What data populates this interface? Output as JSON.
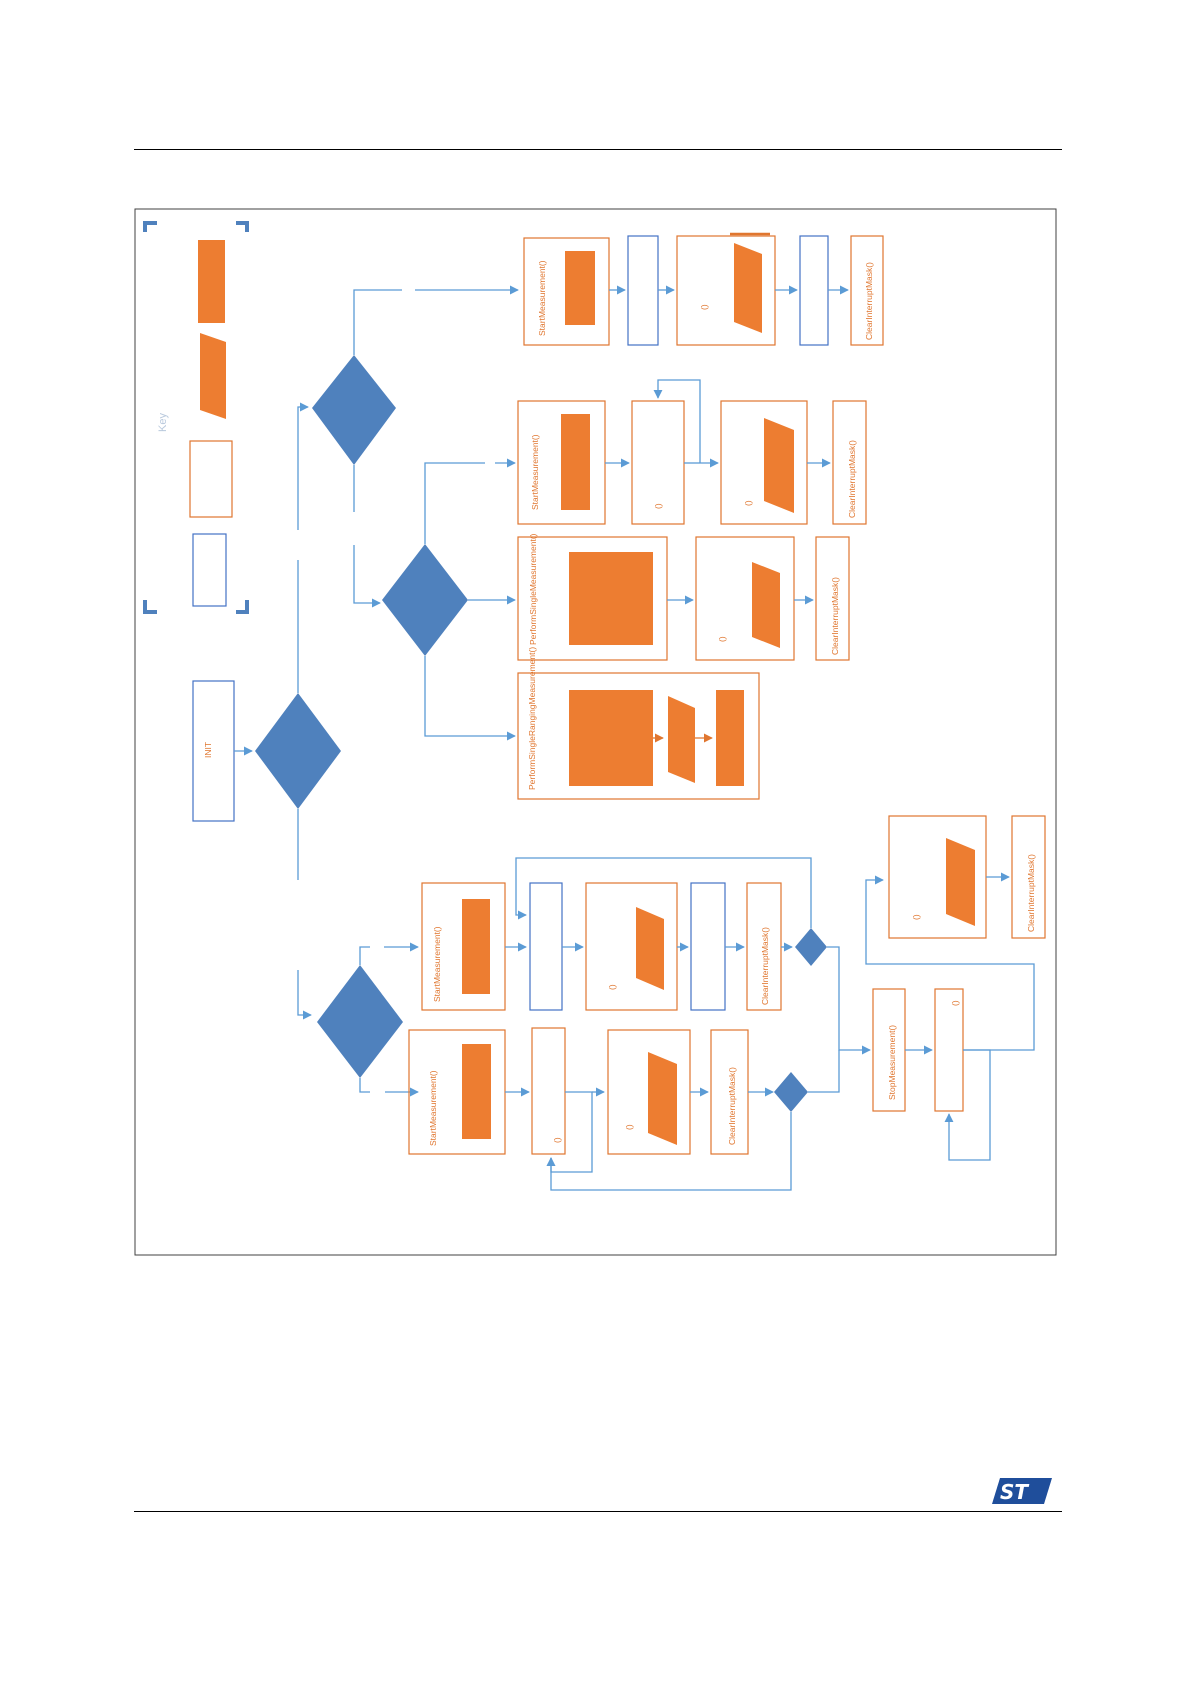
{
  "labels": {
    "key": "Key",
    "init": "INIT",
    "start_measurement": "StartMeasurement()",
    "clear_interrupt_mask": "ClearInterruptMask()",
    "perform_single_measurement": "PerformSingleMeasurement()",
    "perform_single_ranging": "PerformSingleRangingMeasurement()",
    "stop_measurement": "StopMeasurement()",
    "parens": "()"
  },
  "colors": {
    "orange": "#e0762f",
    "orange_fill": "#ed7d31",
    "blue_line": "#5b9bd5",
    "blue_fill": "#4f81bd",
    "box_blue": "#4472c4"
  },
  "logo": "ST"
}
